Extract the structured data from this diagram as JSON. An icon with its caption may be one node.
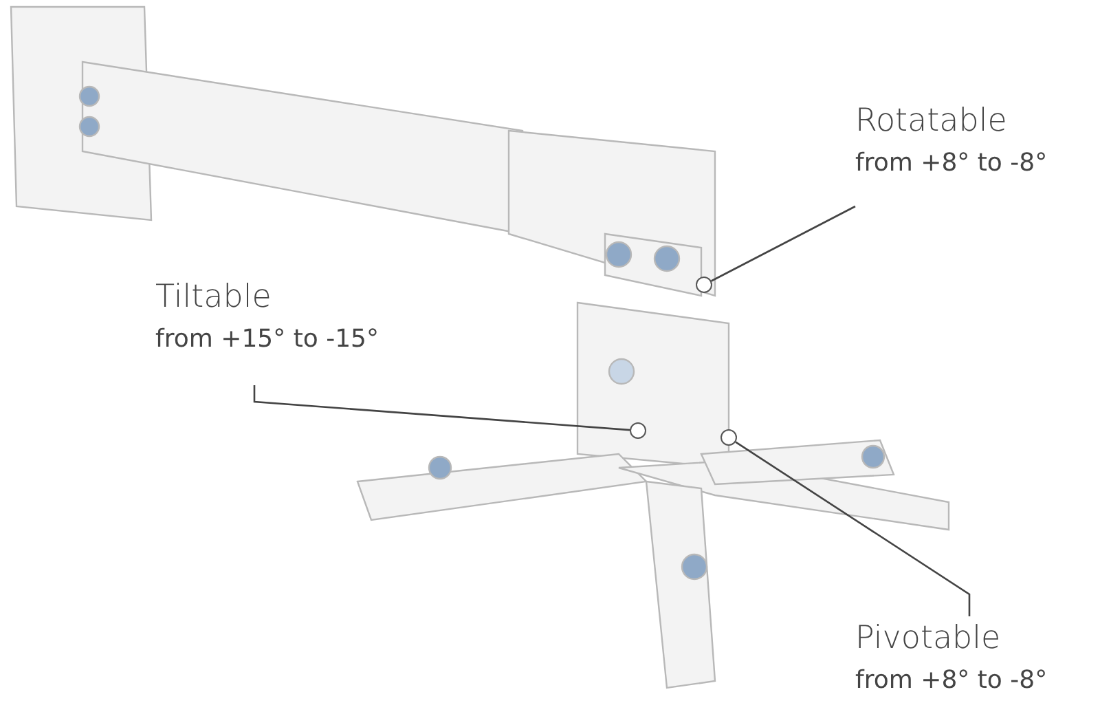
{
  "diagram": {
    "nodes": [
      {
        "text": [
          "Rotatable",
          "from +8° to -8°"
        ]
      },
      {
        "text": [
          "Tiltable",
          "from +15° to -15°"
        ]
      },
      {
        "text": [
          "Pivotable",
          "from +8° to -8°"
        ]
      },
      {
        "text": [],
        "shape": "circle"
      },
      {
        "text": [],
        "shape": "circle"
      },
      {
        "text": [],
        "shape": "circle"
      }
    ],
    "edges": [
      {
        "from": 0,
        "to": 3,
        "arrow": "none"
      },
      {
        "from": 1,
        "to": 4,
        "arrow": "none"
      },
      {
        "from": 2,
        "to": 5,
        "arrow": "none"
      }
    ]
  }
}
